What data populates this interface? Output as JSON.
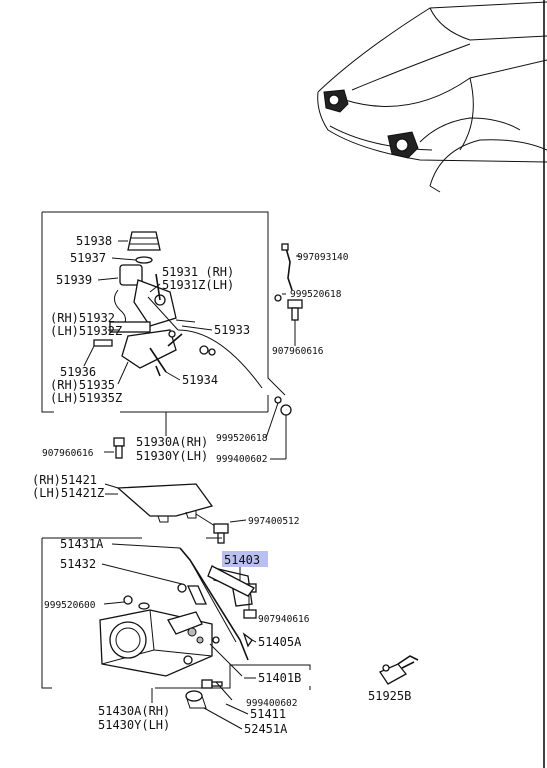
{
  "labels": {
    "p51938": "51938",
    "p51937": "51937",
    "p51939": "51939",
    "p51931": "51931 (RH)",
    "p51931z": "51931Z(LH)",
    "p51932_rh": "(RH)51932",
    "p51932_lh": "(LH)51932Z",
    "p51933": "51933",
    "p51936": "51936",
    "p51935_rh": "(RH)51935",
    "p51935_lh": "(LH)51935Z",
    "p51934": "51934",
    "p997093140": "997093140",
    "p999520618_a": "999520618",
    "p907960616_a": "907960616",
    "p999520618_b": "999520618",
    "p999400602_a": "999400602",
    "p907960616_b": "907960616",
    "p51930a": "51930A(RH)",
    "p51930y": "51930Y(LH)",
    "p51421_rh": "(RH)51421",
    "p51421_lh": "(LH)51421Z",
    "p997400512": "997400512",
    "p51431a": "51431A",
    "p51403": "51403",
    "p51432": "51432",
    "p999520600": "999520600",
    "p907940616": "907940616",
    "p51405a": "51405A",
    "p51401b": "51401B",
    "p999400602_b": "999400602",
    "p51411": "51411",
    "p52451a": "52451A",
    "p51430a": "51430A(RH)",
    "p51430y": "51430Y(LH)",
    "p51925b": "51925B"
  },
  "colors": {
    "highlight": "#b9bff0",
    "ink": "#111111"
  }
}
